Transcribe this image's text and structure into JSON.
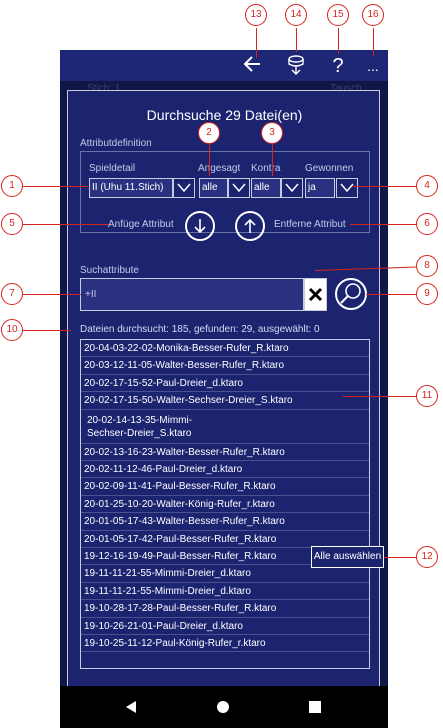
{
  "appbar": {
    "back_icon": "arrow-left-icon",
    "download_icon": "download-icon",
    "help_label": "?",
    "more_label": "..."
  },
  "background": {
    "left_hint": "Stich: 1",
    "right_hint": "Tausch..."
  },
  "dialog": {
    "title": "Durchsuche 29 Datei(en)",
    "attr_section_label": "Attributdefinition",
    "columns": {
      "spieldetail": "Spieldetail",
      "angesagt": "Angesagt",
      "kontra": "Kontra",
      "gewonnen": "Gewonnen"
    },
    "values": {
      "spieldetail": "II (Uhu 11.Stich)",
      "angesagt": "alle",
      "kontra": "alle",
      "gewonnen": "ja"
    },
    "add_attr_label": "Anfüge Attribut",
    "remove_attr_label": "Entferne Attribut",
    "search_section_label": "Suchattribute",
    "search_value": "+II",
    "status": "Dateien durchsucht: 185, gefunden: 29, ausgewählt: 0",
    "files": [
      "20-04-03-22-02-Monika-Besser-Rufer_R.ktaro",
      "20-03-12-11-05-Walter-Besser-Rufer_R.ktaro",
      "20-02-17-15-52-Paul-Dreier_d.ktaro",
      "20-02-17-15-50-Walter-Sechser-Dreier_S.ktaro",
      "20-02-14-13-35-Mimmi-Sechser-Dreier_S.ktaro",
      "20-02-13-16-23-Walter-Besser-Rufer_R.ktaro",
      "20-02-11-12-46-Paul-Dreier_d.ktaro",
      "20-02-09-11-41-Paul-Besser-Rufer_R.ktaro",
      "20-01-25-10-20-Walter-König-Rufer_r.ktaro",
      "20-01-05-17-43-Walter-Besser-Rufer_R.ktaro",
      "20-01-05-17-42-Paul-Besser-Rufer_R.ktaro",
      "19-12-16-19-49-Paul-Besser-Rufer_R.ktaro",
      "19-11-11-21-55-Mimmi-Dreier_d.ktaro",
      "19-11-11-21-55-Mimmi-Dreier_d.ktaro",
      "19-10-28-17-28-Paul-Besser-Rufer_R.ktaro",
      "19-10-26-21-01-Paul-Dreier_d.ktaro",
      "19-10-25-11-12-Paul-König-Rufer_r.ktaro"
    ],
    "select_all_label": "Alle auswählen"
  },
  "callouts": [
    "1",
    "2",
    "3",
    "4",
    "5",
    "6",
    "7",
    "8",
    "9",
    "10",
    "11",
    "12",
    "13",
    "14",
    "15",
    "16"
  ],
  "colors": {
    "accent": "#1c2470",
    "appbar": "#1e2776",
    "callout": "#d9231d"
  }
}
